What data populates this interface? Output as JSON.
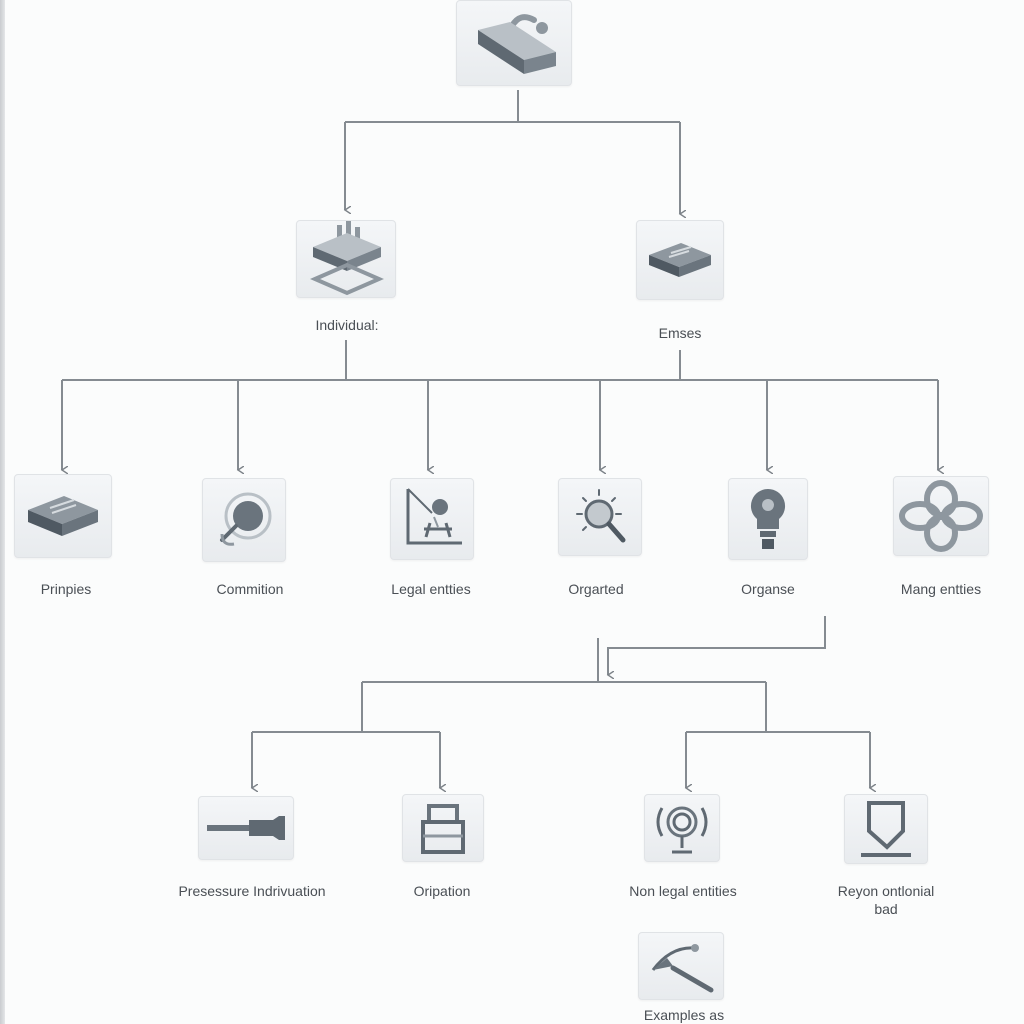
{
  "colors": {
    "connector": "#858b91",
    "icon_dark": "#5f6972",
    "icon_mid": "#8e979f",
    "icon_light": "#b9c0c6"
  },
  "nodes": {
    "root": {
      "icon": "bar-block-icon"
    },
    "individual": {
      "label": "Individual:",
      "icon": "stacked-layers-icon"
    },
    "emses": {
      "label": "Emses",
      "icon": "flat-block-icon"
    },
    "prinpies": {
      "label": "Prinpies",
      "icon": "flat-block-icon"
    },
    "commition": {
      "label": "Commition",
      "icon": "magnifier-circle-icon"
    },
    "legal_entities": {
      "label": "Legal entties",
      "icon": "frame-node-icon"
    },
    "orgarted": {
      "label": "Orgarted",
      "icon": "sun-magnifier-icon"
    },
    "organse": {
      "label": "Organse",
      "icon": "lightbulb-icon"
    },
    "mang_entties": {
      "label": "Mang entties",
      "icon": "knot-icon"
    },
    "pressure": {
      "label": "Presessure Indrivuation",
      "icon": "tool-bar-icon"
    },
    "oripation": {
      "label": "Oripation",
      "icon": "box-frame-icon"
    },
    "non_legal": {
      "label": "Non legal entities",
      "icon": "speaker-stand-icon"
    },
    "reyon": {
      "label": "Reyon ontlonial bad",
      "icon": "shield-plate-icon"
    },
    "examples": {
      "label": "Examples as",
      "icon": "brush-stroke-icon"
    }
  }
}
